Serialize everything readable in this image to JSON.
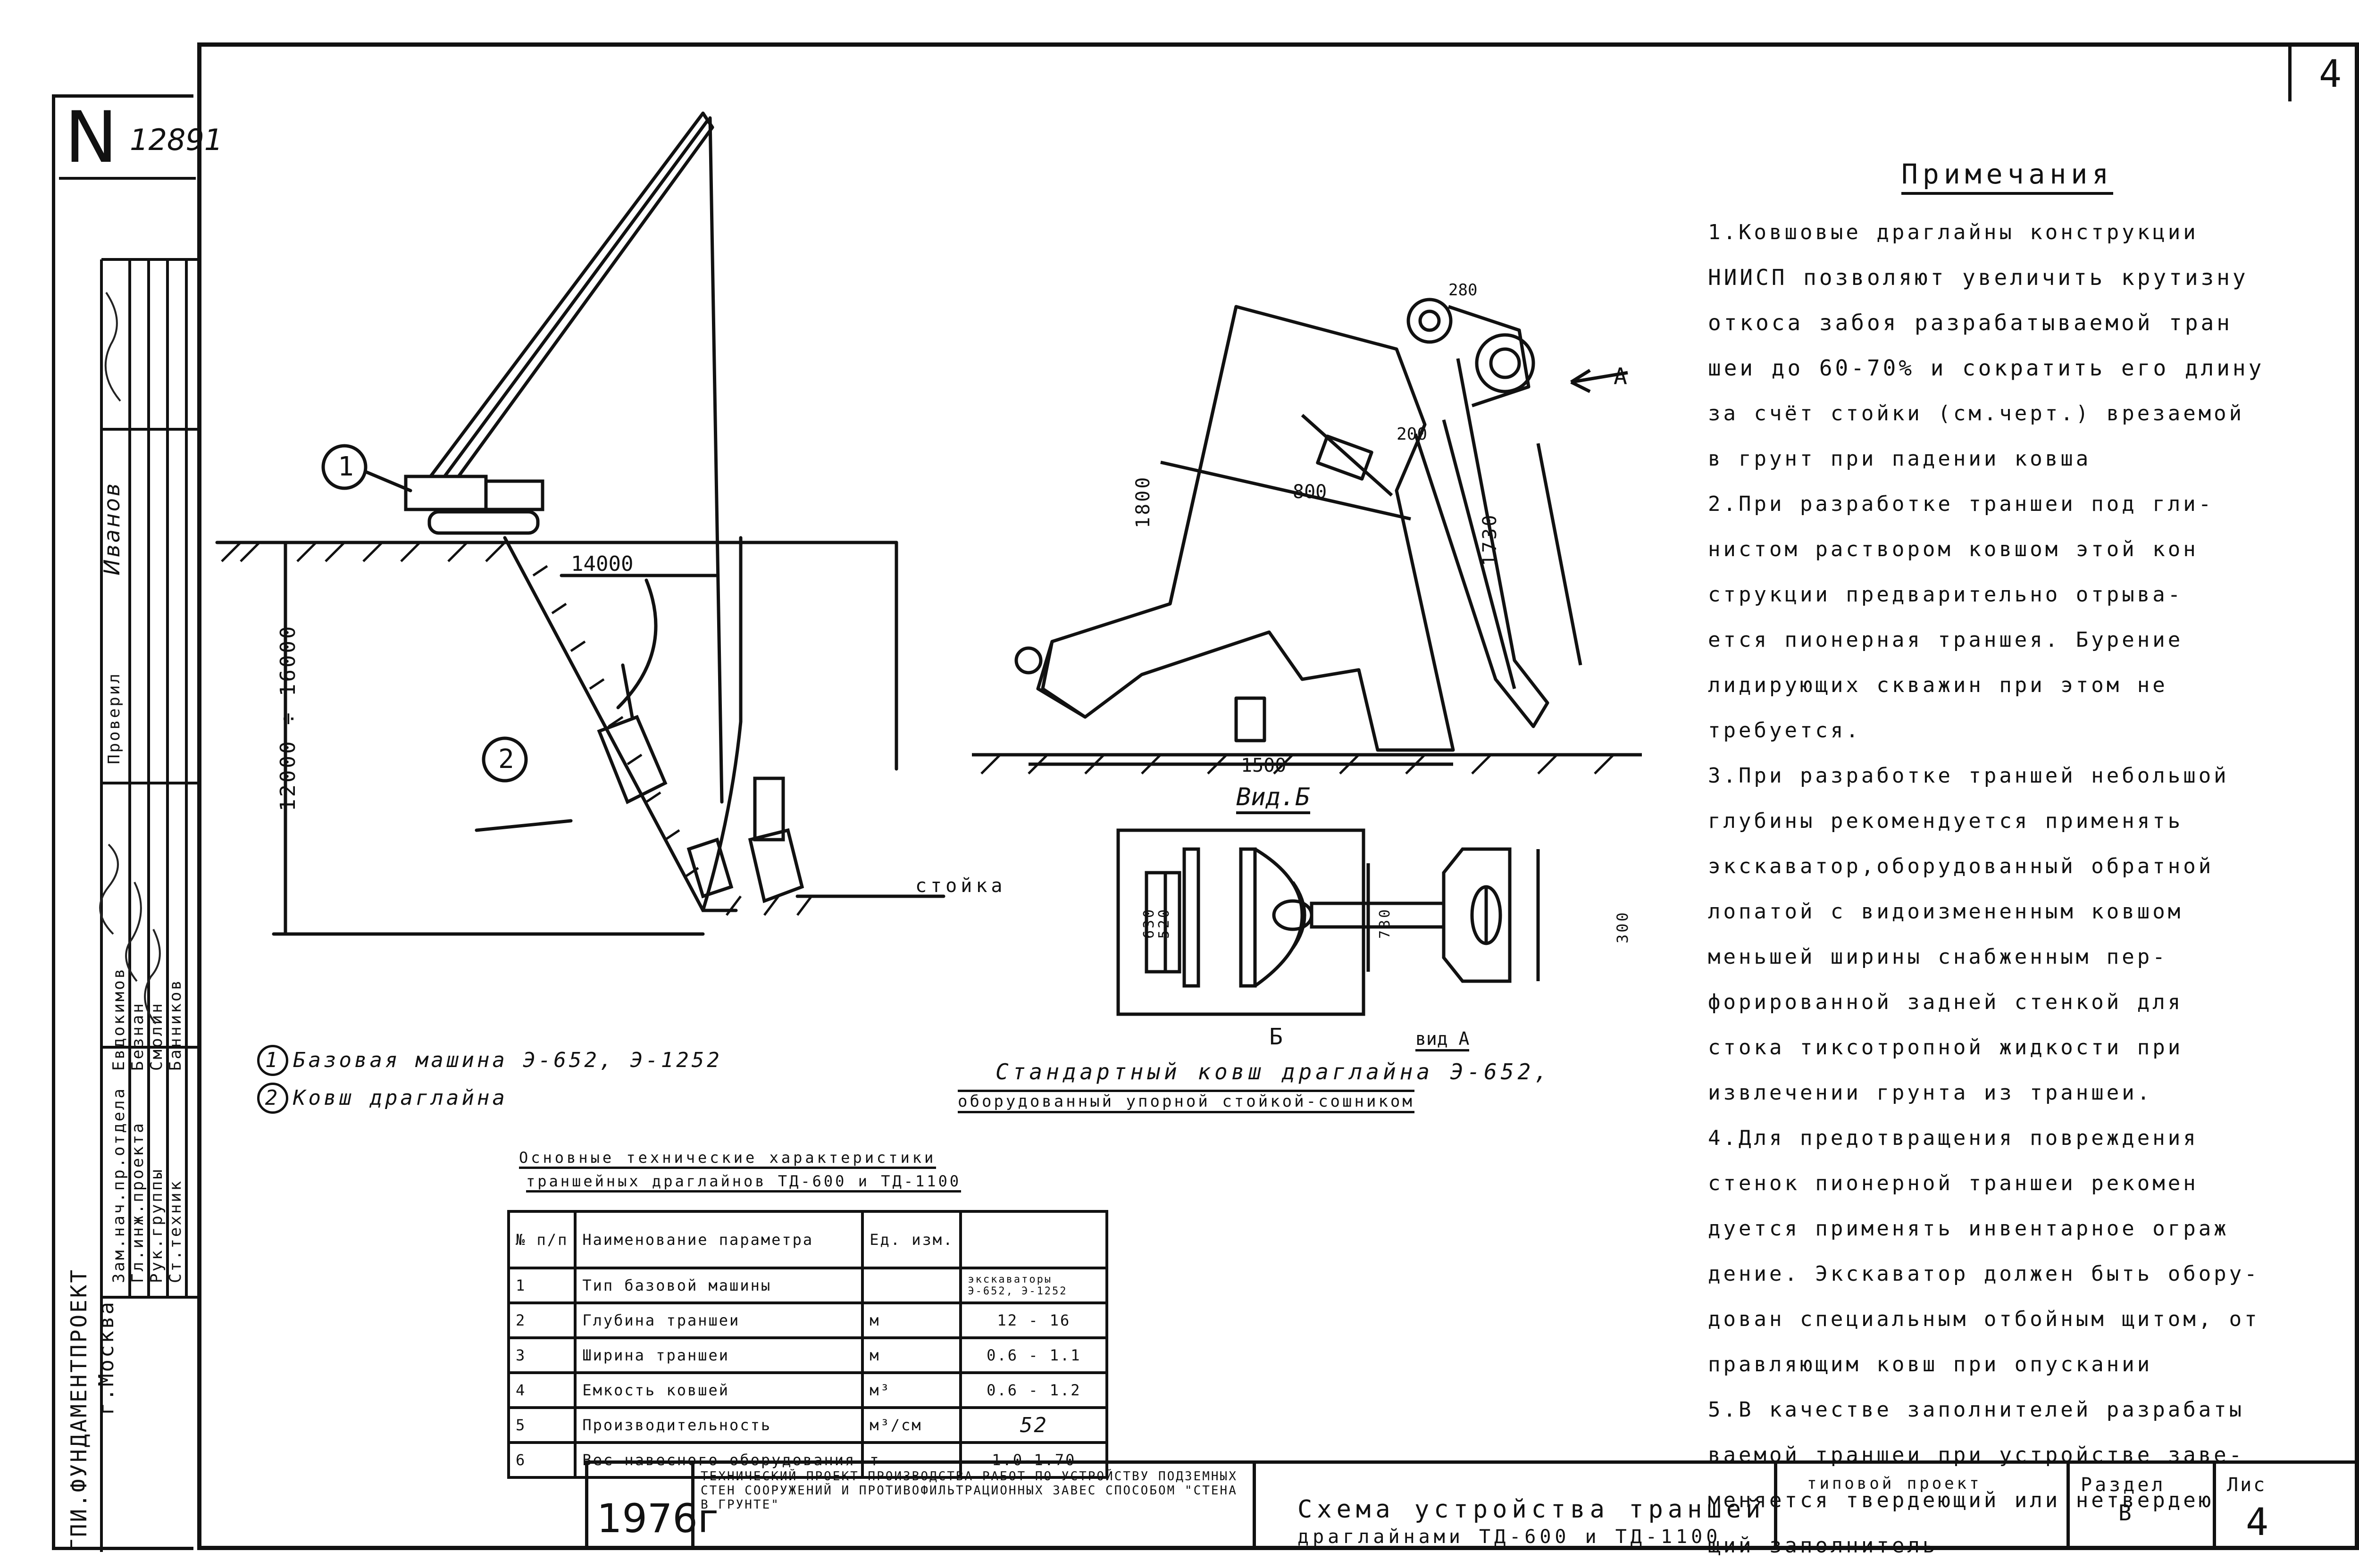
{
  "page_number": "4",
  "archive_number": "12891",
  "archive_letter": "N",
  "notes": {
    "title": "Примечания",
    "lines": [
      "1.Ковшовые драглайны конструкции",
      "НИИСП позволяют увеличить крутизну",
      "откоса забоя разрабатываемой тран",
      "шеи до 60-70% и сократить его длину",
      "за счёт стойки (см.черт.) врезаемой",
      "в грунт при падении ковша",
      "2.При разработке траншеи под гли-",
      "нистом раствором ковшом этой кон",
      "струкции предварительно отрыва-",
      "ется пионерная траншея. Бурение",
      "лидирующих скважин при этом не",
      "требуется.",
      "3.При разработке траншей небольшой",
      "глубины рекомендуется применять",
      "экскаватор,оборудованный обратной",
      "лопатой с видоизмененным ковшом",
      "меньшей ширины снабженным пер-",
      "форированной задней стенкой для",
      "стока тиксотропной жидкости при",
      "извлечении грунта из траншеи.",
      "4.Для предотвращения повреждения",
      "стенок пионерной траншеи рекомен",
      "дуется применять инвентарное ограж",
      "дение. Экскаватор должен быть обору-",
      "дован специальным отбойным щитом, от",
      "правляющим ковш при опускании",
      "5.В качестве заполнителей разрабаты",
      "ваемой траншеи при устройстве заве-",
      "меняется твердеющий или нетвердею",
      "щий заполнитель"
    ]
  },
  "drawing_labels": {
    "callout_1": "1",
    "callout_2": "2",
    "dim_14000": "14000",
    "dim_depth": "12000 ÷ 16000",
    "stoyka": "стойка",
    "dim_1800": "1800",
    "dim_800": "800",
    "dim_200": "200",
    "dim_1730": "1730",
    "dim_1500": "1500",
    "dim_280": "280",
    "view_a": "А",
    "vid_b": "Вид.Б",
    "dim_630": "630",
    "dim_520": "520",
    "dim_730": "730",
    "dim_300": "300",
    "mark_b": "Б",
    "vid_a": "вид А"
  },
  "legend": {
    "item1_num": "1",
    "item1_text": "Базовая машина Э-652, Э-1252",
    "item2_num": "2",
    "item2_text": "Ковш драглайна"
  },
  "bucket_caption": {
    "line1": "Стандартный ковш драглайна Э-652,",
    "line2": "оборудованный упорной стойкой-сошником"
  },
  "table": {
    "title_line1": "Основные технические характеристики",
    "title_line2": "траншейных драглайнов ТД-600 и ТД-1100",
    "headers": [
      "№ п/п",
      "Наименование параметра",
      "Ед. изм.",
      ""
    ],
    "rows": [
      [
        "1",
        "Тип базовой машины",
        "",
        "экскаваторы Э-652, Э-1252"
      ],
      [
        "2",
        "Глубина траншеи",
        "м",
        "12 - 16"
      ],
      [
        "3",
        "Ширина траншеи",
        "м",
        "0.6 - 1.1"
      ],
      [
        "4",
        "Емкость ковшей",
        "м³",
        "0.6 - 1.2"
      ],
      [
        "5",
        "Производительность",
        "м³/см",
        "52"
      ],
      [
        "6",
        "Вес навесного оборудования",
        "т",
        "1.0-1.70"
      ]
    ]
  },
  "side_stamp": {
    "org": "ГПИ.ФУНДАМЕНТПРОЕКТ",
    "city": "г.Москва",
    "rows": [
      {
        "role": "Зам.нач.пр.отдела",
        "name": "Евдокимов"
      },
      {
        "role": "Гл.инж.проекта",
        "name": "Безнан"
      },
      {
        "role": "Рук.группы",
        "name": "Смолин"
      },
      {
        "role": "Ст.техник",
        "name": "Банников"
      }
    ],
    "checked_role": "Проверил",
    "checked_name": "Иванов"
  },
  "title_block": {
    "year": "1976г",
    "description": "Технический проект производства работ по устройству подземных стен сооружений и противофильтрационных завес способом \"стена в грунте\"",
    "scheme_title_line1": "Схема устройства траншей",
    "scheme_title_line2": "драглайнами ТД-600 и ТД-1100",
    "project_label": "типовой проект",
    "section_label": "Раздел",
    "section_value": "В",
    "sheet_label": "Лис",
    "sheet_value": "4"
  }
}
